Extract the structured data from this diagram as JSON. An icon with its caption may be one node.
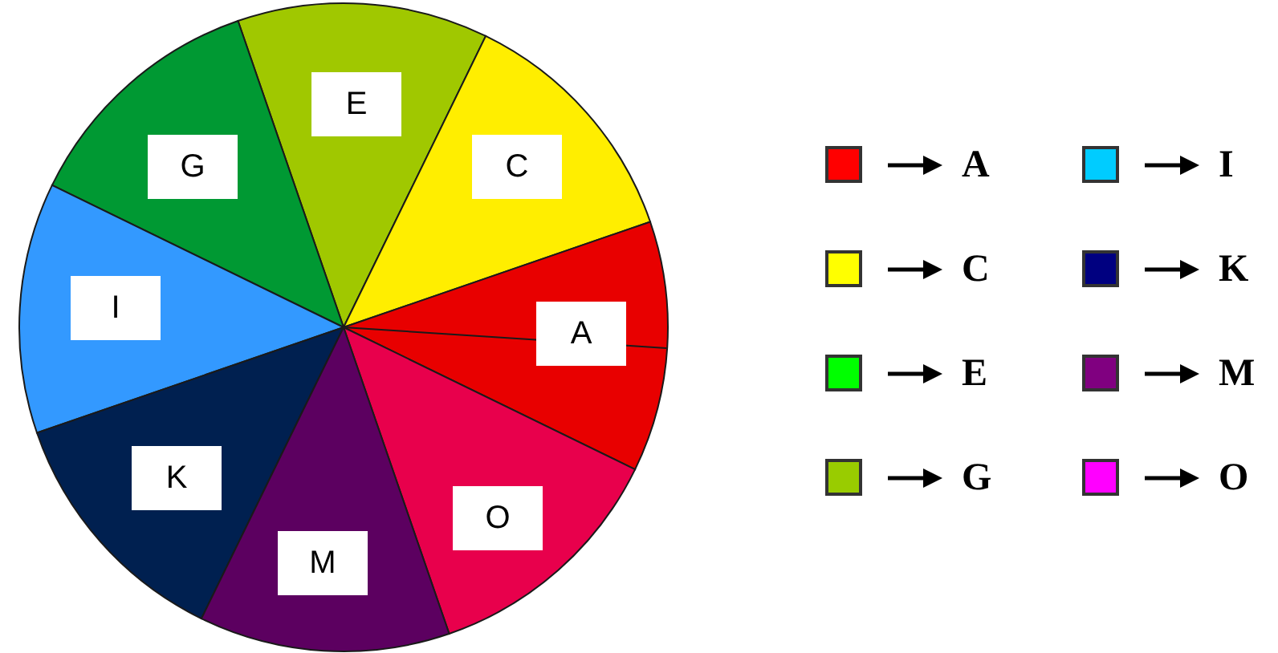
{
  "diagram": {
    "nodes": [
      {
        "text": [
          "E"
        ]
      },
      {
        "text": [
          "G"
        ]
      },
      {
        "text": [
          "C"
        ]
      },
      {
        "text": [
          "I"
        ]
      },
      {
        "text": [
          "A"
        ]
      },
      {
        "text": [
          "K"
        ]
      },
      {
        "text": [
          "O"
        ]
      },
      {
        "text": [
          "M"
        ]
      }
    ],
    "legend": [
      {
        "text": "A",
        "color": "#ff0000"
      },
      {
        "text": "C",
        "color": "#ffff00"
      },
      {
        "text": "E",
        "color": "#00ff00"
      },
      {
        "text": "G",
        "color": "#99cc00"
      },
      {
        "text": "I",
        "color": "#00ccff"
      },
      {
        "text": "K",
        "color": "#000080"
      },
      {
        "text": "M",
        "color": "#800080"
      },
      {
        "text": "O",
        "color": "#ff00ff"
      }
    ]
  }
}
